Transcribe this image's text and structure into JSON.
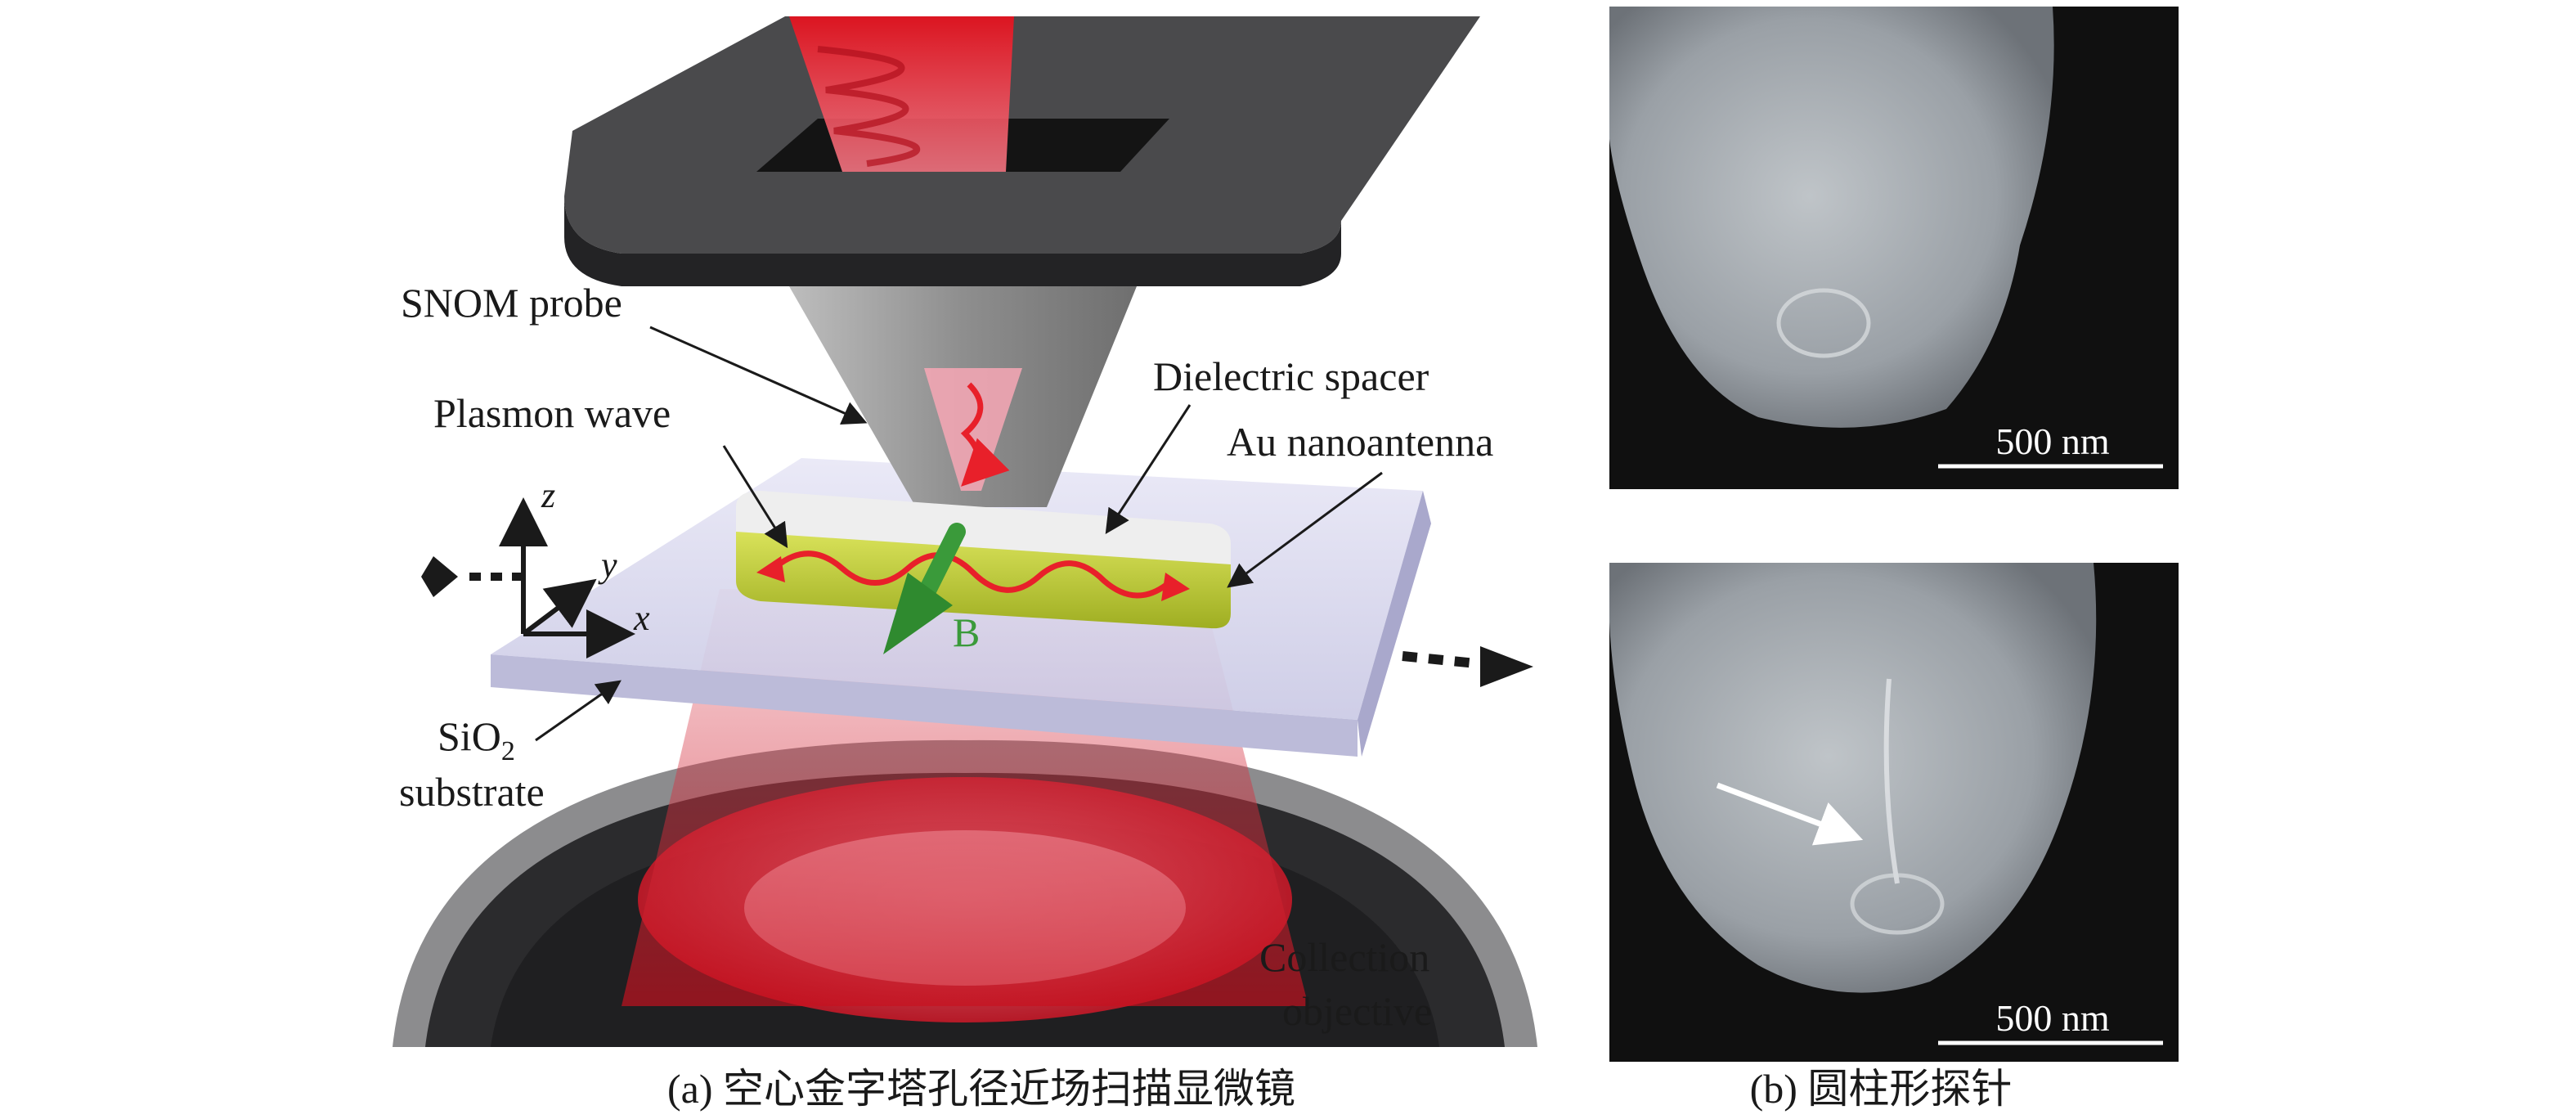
{
  "panel_a": {
    "labels": {
      "snom_probe": "SNOM probe",
      "dielectric_spacer": "Dielectric spacer",
      "plasmon_wave": "Plasmon wave",
      "au_nanoantenna": "Au nanoantenna",
      "b_field": "B",
      "sio2_prefix": "SiO",
      "sio2_subscript": "2",
      "substrate": "substrate",
      "collection_line1": "Collection",
      "collection_line2": "objective"
    },
    "axes": {
      "z": "z",
      "y": "y",
      "x": "x"
    },
    "caption": "(a) 空心金字塔孔径近场扫描显微镜"
  },
  "panel_b": {
    "scale_bar_top": "500 nm",
    "scale_bar_bottom": "500 nm",
    "caption": "(b) 圆柱形探针"
  },
  "colors": {
    "laser_red": "#e8202a",
    "cantilever": "#3a3a3c",
    "probe_gray": "#9a9a9a",
    "substrate_lavender": "#d9d8ee",
    "antenna_yellow": "#b8c832",
    "b_arrow_green": "#3a9a3a",
    "sem_background": "#111111"
  }
}
